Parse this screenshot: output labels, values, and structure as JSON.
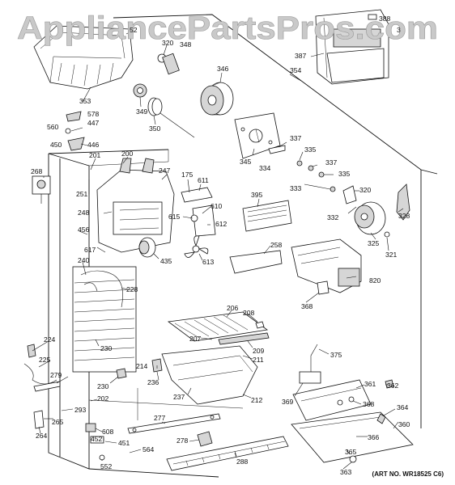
{
  "watermark": "AppliancePartsPros.com",
  "art_number": "(ART NO. WR18525 C6)",
  "part_labels": [
    {
      "id": "lbl-52",
      "text": "52"
    },
    {
      "id": "lbl-320a",
      "text": "320"
    },
    {
      "id": "lbl-348",
      "text": "348"
    },
    {
      "id": "lbl-388",
      "text": "388"
    },
    {
      "id": "lbl-3",
      "text": "3"
    },
    {
      "id": "lbl-387",
      "text": "387"
    },
    {
      "id": "lbl-354",
      "text": "354"
    },
    {
      "id": "lbl-346",
      "text": "346"
    },
    {
      "id": "lbl-353",
      "text": "353"
    },
    {
      "id": "lbl-349",
      "text": "349"
    },
    {
      "id": "lbl-350",
      "text": "350"
    },
    {
      "id": "lbl-578",
      "text": "578"
    },
    {
      "id": "lbl-447",
      "text": "447"
    },
    {
      "id": "lbl-560",
      "text": "560"
    },
    {
      "id": "lbl-446",
      "text": "446"
    },
    {
      "id": "lbl-450",
      "text": "450"
    },
    {
      "id": "lbl-201",
      "text": "201"
    },
    {
      "id": "lbl-200",
      "text": "200"
    },
    {
      "id": "lbl-345",
      "text": "345"
    },
    {
      "id": "lbl-337a",
      "text": "337"
    },
    {
      "id": "lbl-335a",
      "text": "335"
    },
    {
      "id": "lbl-334",
      "text": "334"
    },
    {
      "id": "lbl-337b",
      "text": "337"
    },
    {
      "id": "lbl-335b",
      "text": "335"
    },
    {
      "id": "lbl-333",
      "text": "333"
    },
    {
      "id": "lbl-268",
      "text": "268"
    },
    {
      "id": "lbl-247",
      "text": "247"
    },
    {
      "id": "lbl-175",
      "text": "175"
    },
    {
      "id": "lbl-611",
      "text": "611"
    },
    {
      "id": "lbl-251",
      "text": "251"
    },
    {
      "id": "lbl-395",
      "text": "395"
    },
    {
      "id": "lbl-320b",
      "text": "320"
    },
    {
      "id": "lbl-610",
      "text": "610"
    },
    {
      "id": "lbl-332",
      "text": "332"
    },
    {
      "id": "lbl-328",
      "text": "328"
    },
    {
      "id": "lbl-248",
      "text": "248"
    },
    {
      "id": "lbl-615",
      "text": "615"
    },
    {
      "id": "lbl-612",
      "text": "612"
    },
    {
      "id": "lbl-456",
      "text": "456"
    },
    {
      "id": "lbl-325",
      "text": "325"
    },
    {
      "id": "lbl-321",
      "text": "321"
    },
    {
      "id": "lbl-258",
      "text": "258"
    },
    {
      "id": "lbl-617",
      "text": "617"
    },
    {
      "id": "lbl-435",
      "text": "435"
    },
    {
      "id": "lbl-613",
      "text": "613"
    },
    {
      "id": "lbl-240",
      "text": "240"
    },
    {
      "id": "lbl-820",
      "text": "820"
    },
    {
      "id": "lbl-228",
      "text": "228"
    },
    {
      "id": "lbl-368a",
      "text": "368"
    },
    {
      "id": "lbl-206",
      "text": "206"
    },
    {
      "id": "lbl-208",
      "text": "208"
    },
    {
      "id": "lbl-207",
      "text": "207"
    },
    {
      "id": "lbl-224",
      "text": "224"
    },
    {
      "id": "lbl-230a",
      "text": "230"
    },
    {
      "id": "lbl-209",
      "text": "209"
    },
    {
      "id": "lbl-211",
      "text": "211"
    },
    {
      "id": "lbl-375",
      "text": "375"
    },
    {
      "id": "lbl-225",
      "text": "225"
    },
    {
      "id": "lbl-214",
      "text": "214"
    },
    {
      "id": "lbl-279",
      "text": "279"
    },
    {
      "id": "lbl-236",
      "text": "236"
    },
    {
      "id": "lbl-230b",
      "text": "230"
    },
    {
      "id": "lbl-361",
      "text": "361"
    },
    {
      "id": "lbl-362",
      "text": "362"
    },
    {
      "id": "lbl-369",
      "text": "369"
    },
    {
      "id": "lbl-202",
      "text": "202"
    },
    {
      "id": "lbl-237",
      "text": "237"
    },
    {
      "id": "lbl-212",
      "text": "212"
    },
    {
      "id": "lbl-368b",
      "text": "368"
    },
    {
      "id": "lbl-364",
      "text": "364"
    },
    {
      "id": "lbl-293",
      "text": "293"
    },
    {
      "id": "lbl-265",
      "text": "265"
    },
    {
      "id": "lbl-277",
      "text": "277"
    },
    {
      "id": "lbl-360",
      "text": "360"
    },
    {
      "id": "lbl-264",
      "text": "264"
    },
    {
      "id": "lbl-608",
      "text": "608"
    },
    {
      "id": "lbl-452",
      "text": "452"
    },
    {
      "id": "lbl-451",
      "text": "451"
    },
    {
      "id": "lbl-278",
      "text": "278"
    },
    {
      "id": "lbl-366",
      "text": "366"
    },
    {
      "id": "lbl-564",
      "text": "564"
    },
    {
      "id": "lbl-365",
      "text": "365"
    },
    {
      "id": "lbl-552",
      "text": "552"
    },
    {
      "id": "lbl-288",
      "text": "288"
    },
    {
      "id": "lbl-363",
      "text": "363"
    }
  ]
}
